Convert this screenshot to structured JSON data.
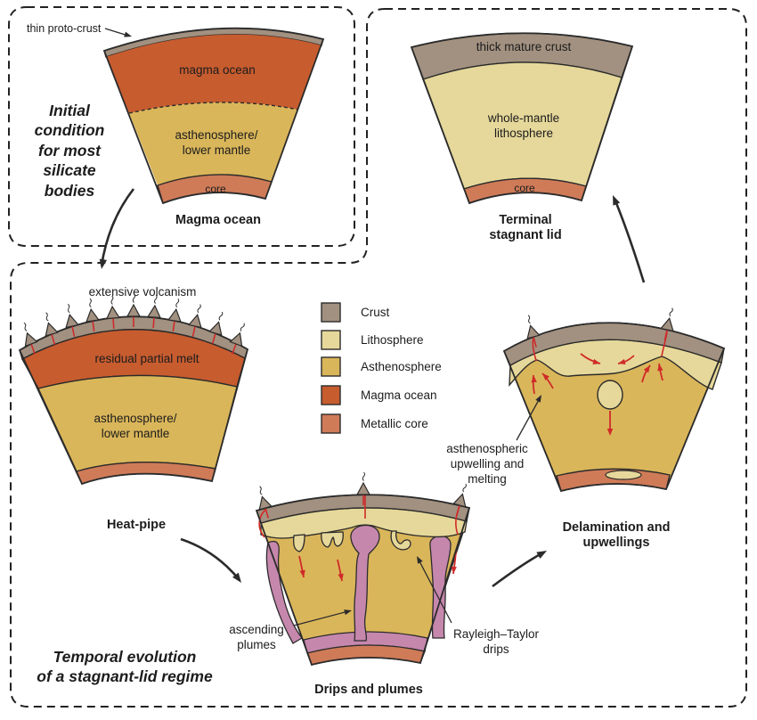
{
  "colors": {
    "crust": "#a29180",
    "lithosphere": "#e6d89a",
    "asthenosphere": "#dab65a",
    "magma_ocean": "#c75c2f",
    "metallic_core": "#cf7b58",
    "plume": "#c687ad",
    "red": "#cf2a28",
    "line": "#2b2b2b"
  },
  "initial_box": {
    "title": "Initial\ncondition\nfor most\nsilicate\nbodies"
  },
  "evolution_box": {
    "title": "Temporal evolution\nof a stagnant-lid regime"
  },
  "legend": {
    "items": [
      {
        "label": "Crust",
        "color": "#a29180"
      },
      {
        "label": "Lithosphere",
        "color": "#e6d89a"
      },
      {
        "label": "Asthenosphere",
        "color": "#dab65a"
      },
      {
        "label": "Magma ocean",
        "color": "#c75c2f"
      },
      {
        "label": "Metallic core",
        "color": "#cf7b58"
      }
    ]
  },
  "stages": {
    "magma_ocean": {
      "caption": "Magma ocean",
      "annotation": "thin proto-crust",
      "layer_labels": {
        "magma": "magma ocean",
        "mantle": "asthenosphere/\nlower mantle",
        "core": "core"
      }
    },
    "heat_pipe": {
      "caption": "Heat-pipe",
      "annotation": "extensive volcanism",
      "layer_labels": {
        "melt": "residual partial melt",
        "mantle": "asthenosphere/\nlower mantle"
      }
    },
    "drips_plumes": {
      "caption": "Drips and plumes",
      "annotations": {
        "plumes": "ascending\nplumes",
        "drips": "Rayleigh–Taylor\ndrips"
      }
    },
    "delamination": {
      "caption": "Delamination and\nupwellings",
      "annotations": {
        "upwelling": "asthenospheric\nupwelling and\nmelting"
      }
    },
    "terminal": {
      "caption": "Terminal\nstagnant lid",
      "layer_labels": {
        "crust": "thick mature crust",
        "lithosphere": "whole-mantle\nlithosphere",
        "core": "core"
      }
    }
  }
}
